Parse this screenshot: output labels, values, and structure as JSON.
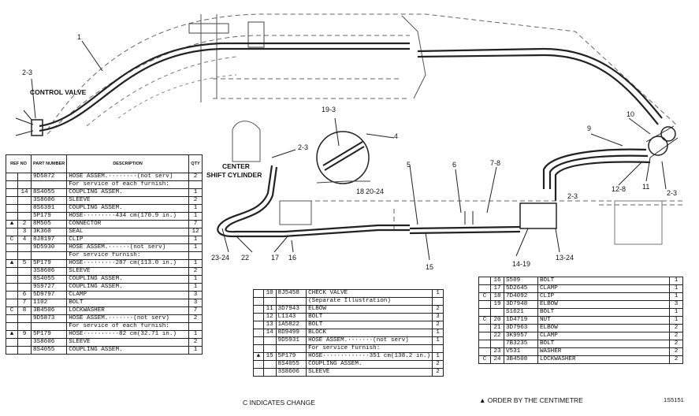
{
  "labels": {
    "control_valve": "CONTROL VALVE",
    "center_shift": "CENTER",
    "center_shift_2": "SHIFT CYLINDER",
    "callouts": [
      "1",
      "2-3",
      "2-3",
      "19-3",
      "4",
      "18",
      "20-24",
      "5",
      "6",
      "7-8",
      "9",
      "10",
      "2-3",
      "12-8",
      "11",
      "2-3",
      "14-19",
      "13-24",
      "15",
      "16",
      "17",
      "22",
      "23-24"
    ]
  },
  "table_left": {
    "headers": [
      "REF NO",
      "PART NUMBER",
      "DESCRIPTION",
      "QTY"
    ],
    "rows": [
      [
        "",
        "",
        "9D5872",
        "HOSE ASSEM.········(not serv)",
        "2"
      ],
      [
        "",
        "",
        "",
        "For service of each furnish:",
        ""
      ],
      [
        "",
        "14",
        "8S4055",
        "COUPLING ASSEM.",
        "1"
      ],
      [
        "",
        "",
        "3S8606",
        "SLEEVE",
        "2"
      ],
      [
        "",
        "",
        "8S6391",
        "COUPLING ASSEM.",
        "1"
      ],
      [
        "",
        "",
        "5P179",
        "HOSE·········434 cm(170.9 in.)",
        "1"
      ],
      [
        "▲",
        "2",
        "8M505",
        "CONNECTOR",
        "7"
      ],
      [
        "",
        "3",
        "3K360",
        "SEAL",
        "12"
      ],
      [
        "C",
        "4",
        "8J8197",
        "CLIP",
        "1"
      ],
      [
        "",
        "",
        "9D5930",
        "HOSE ASSEM.······(not serv)",
        "1"
      ],
      [
        "",
        "",
        "",
        "For service furnish:",
        ""
      ],
      [
        "▲",
        "5",
        "5P179",
        "HOSE·········287 cm(113.0 in.)",
        "1"
      ],
      [
        "",
        "",
        "3S8606",
        "SLEEVE",
        "2"
      ],
      [
        "",
        "",
        "8S4055",
        "COUPLING ASSEM.",
        "1"
      ],
      [
        "",
        "",
        "9S9727",
        "COUPLING ASSEM.",
        "1"
      ],
      [
        "",
        "6",
        "5D9797",
        "CLAMP",
        "3"
      ],
      [
        "",
        "7",
        "1102",
        "BOLT",
        "3"
      ],
      [
        "C",
        "8",
        "3B4506",
        "LOCKWASHER",
        "7"
      ],
      [
        "",
        "",
        "9D5873",
        "HOSE ASSEM.·······(not serv)",
        "2"
      ],
      [
        "",
        "",
        "",
        "For service of each furnish:",
        ""
      ],
      [
        "▲",
        "9",
        "5P179",
        "HOSE··········82 cm(32.71 in.)",
        "1"
      ],
      [
        "",
        "",
        "3S8606",
        "SLEEVE",
        "2"
      ],
      [
        "",
        "",
        "8S4055",
        "COUPLING ASSEM.",
        "1"
      ]
    ]
  },
  "table_mid": {
    "rows": [
      [
        "",
        "10",
        "8J5458",
        "CHECK VALVE",
        "1"
      ],
      [
        "",
        "",
        "",
        "(Separate Illustration)",
        ""
      ],
      [
        "",
        "11",
        "3D7943",
        "ELBOW",
        "2"
      ],
      [
        "",
        "12",
        "L1143",
        "BOLT",
        "3"
      ],
      [
        "",
        "13",
        "1A5822",
        "BOLT",
        "2"
      ],
      [
        "",
        "14",
        "8D9499",
        "BLOCK",
        "1"
      ],
      [
        "",
        "",
        "9D5931",
        "HOSE ASSEM.·······(not serv)",
        "1"
      ],
      [
        "",
        "",
        "",
        "For service furnish:",
        ""
      ],
      [
        "▲",
        "15",
        "5P179",
        "HOSE·············351 cm(138.2 in.)",
        "1"
      ],
      [
        "",
        "",
        "8S4055",
        "COUPLING ASSEM.",
        "2"
      ],
      [
        "",
        "",
        "3S8606",
        "SLEEVE",
        "2"
      ]
    ],
    "footnote": "C INDICATES CHANGE"
  },
  "table_right": {
    "rows": [
      [
        "",
        "16",
        "S509",
        "BOLT",
        "1"
      ],
      [
        "",
        "17",
        "5D2645",
        "CLAMP",
        "1"
      ],
      [
        "C",
        "18",
        "7D4092",
        "CLIP",
        "1"
      ],
      [
        "",
        "19",
        "3D7948",
        "ELBOW",
        "3"
      ],
      [
        "",
        "",
        "S1621",
        "BOLT",
        "1"
      ],
      [
        "C",
        "20",
        "1D4719",
        "NUT",
        "1"
      ],
      [
        "",
        "21",
        "3D7963",
        "ELBOW",
        "2"
      ],
      [
        "",
        "22",
        "3K9957",
        "CLAMP",
        "2"
      ],
      [
        "",
        "",
        "7B3235",
        "BOLT",
        "2"
      ],
      [
        "",
        "23",
        "V531",
        "WASHER",
        "2"
      ],
      [
        "C",
        "24",
        "3B4508",
        "LOCKWASHER",
        "2"
      ]
    ],
    "footnote": "▲ ORDER BY THE CENTIMETRE",
    "code": "1S5151"
  }
}
